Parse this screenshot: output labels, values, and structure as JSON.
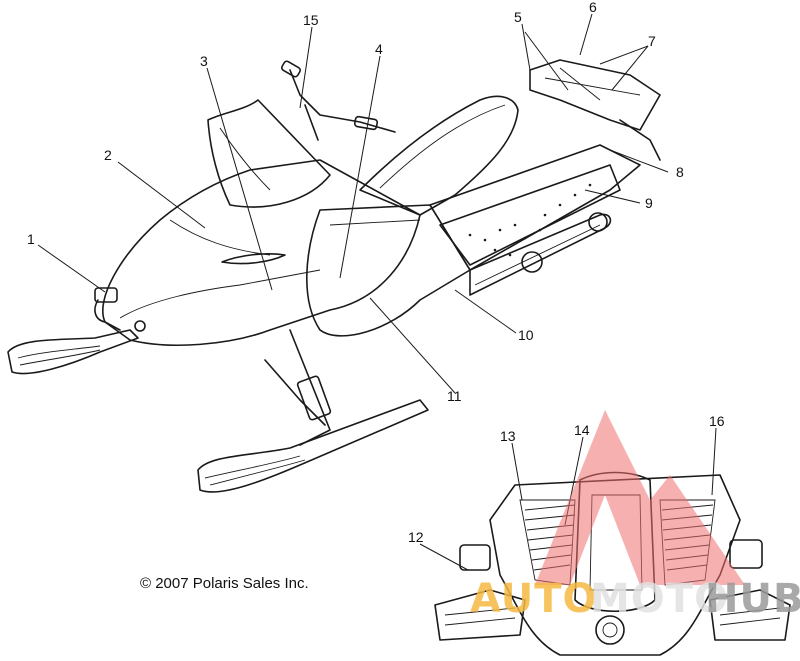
{
  "diagram": {
    "callouts": [
      {
        "label": "1"
      },
      {
        "label": "2"
      },
      {
        "label": "3"
      },
      {
        "label": "4"
      },
      {
        "label": "5"
      },
      {
        "label": "6"
      },
      {
        "label": "7"
      },
      {
        "label": "8"
      },
      {
        "label": "9"
      },
      {
        "label": "10"
      },
      {
        "label": "11"
      },
      {
        "label": "12"
      },
      {
        "label": "13"
      },
      {
        "label": "14"
      },
      {
        "label": "15"
      },
      {
        "label": "16"
      }
    ],
    "copyright": "© 2007 Polaris Sales Inc.",
    "watermark": {
      "part1": "AUTO",
      "part2": "MOTO",
      "part3": "HUB",
      "color1": "#f5b942",
      "color2": "#e0e0e0",
      "color3": "#9a9a9a",
      "logo_color": "#f07070"
    },
    "colors": {
      "line": "#1a1a1a",
      "background": "#ffffff"
    }
  }
}
